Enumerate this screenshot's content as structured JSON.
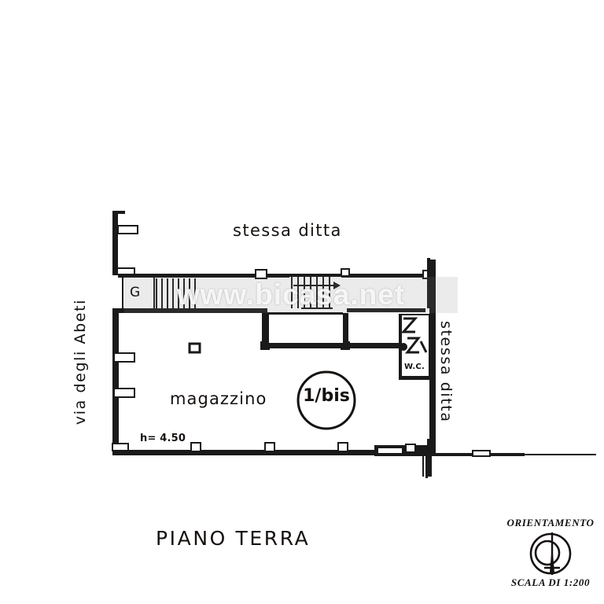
{
  "document": {
    "type": "floor-plan",
    "title": "PIANO TERRA",
    "scale_note": "SCALA DI 1:200",
    "orientation_title": "ORIENTAMENTO"
  },
  "watermark": {
    "text": "www.bicasa.net"
  },
  "labels": {
    "neighbour_top": "stessa ditta",
    "neighbour_right": "stessa ditta",
    "street_left": "via degli Abeti",
    "room_main": "magazzino",
    "room_height": "h= 4.50",
    "wc": "W.C.",
    "entry_marker": "G",
    "unit_reference": "1/bis",
    "unit_reference_num": "1/",
    "unit_reference_sub": "bis"
  },
  "colors": {
    "ink": "#15110f",
    "wall_fill": "#1a1a1a",
    "paper": "#ffffff",
    "watermark_band": "rgba(128,128,128,0.16)"
  },
  "geometry": {
    "note": "ground floor warehouse with stairs, wc and interior corridor"
  }
}
